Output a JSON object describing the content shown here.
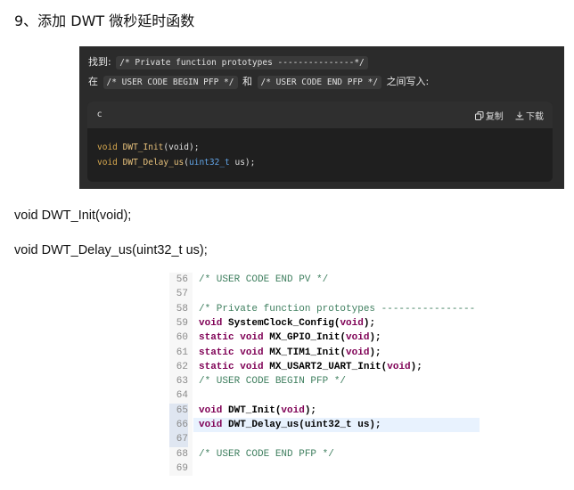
{
  "heading": "9、添加 DWT 微秒延时函数",
  "instruction": {
    "find_label": "找到:",
    "find_code": "/* Private function prototypes ---------------*/",
    "in_label": "在",
    "begin_code": "/* USER CODE BEGIN PFP */",
    "and_label": "和",
    "end_code": "/* USER CODE END PFP */",
    "tail_label": "之间写入:"
  },
  "code_block": {
    "language": "c",
    "copy_label": "复制",
    "download_label": "下载",
    "lines": [
      {
        "kw": "void",
        "fn": "DWT_Init",
        "rest": "(void);"
      },
      {
        "kw": "void",
        "fn": "DWT_Delay_us",
        "open": "(",
        "type": "uint32_t",
        "rest": " us);"
      }
    ]
  },
  "plain_lines": [
    "void DWT_Init(void);",
    "void DWT_Delay_us(uint32_t us);"
  ],
  "editor": {
    "lines": [
      {
        "num": "56",
        "text": "/* USER CODE END PV */"
      },
      {
        "num": "57",
        "text": ""
      },
      {
        "num": "58",
        "text": "/* Private function prototypes ----------------"
      },
      {
        "num": "59",
        "text": "void SystemClock_Config(void);"
      },
      {
        "num": "60",
        "text": "static void MX_GPIO_Init(void);"
      },
      {
        "num": "61",
        "text": "static void MX_TIM1_Init(void);"
      },
      {
        "num": "62",
        "text": "static void MX_USART2_UART_Init(void);"
      },
      {
        "num": "63",
        "text": "/* USER CODE BEGIN PFP */"
      },
      {
        "num": "64",
        "text": ""
      },
      {
        "num": "65",
        "text": "void DWT_Init(void);"
      },
      {
        "num": "66",
        "text": "void DWT_Delay_us(uint32_t us);"
      },
      {
        "num": "67",
        "text": ""
      },
      {
        "num": "68",
        "text": "/* USER CODE END PFP */"
      },
      {
        "num": "69",
        "text": ""
      }
    ]
  },
  "colors": {
    "panel_bg": "#2b2b2b",
    "code_bg": "#1f1f1f",
    "comment_green": "#3f7f5f",
    "keyword_purple": "#7f0055",
    "highlight_row": "#e8f2fe"
  }
}
